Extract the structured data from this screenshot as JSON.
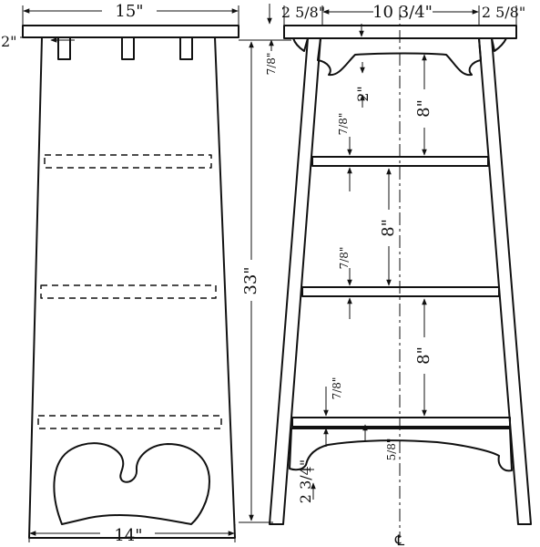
{
  "drawing": {
    "top_overall_width": "15\"",
    "top_thickness": "2\"",
    "overhang_left": "2 5/8\"",
    "center_span": "10 3/4\"",
    "overhang_right": "2 5/8\"",
    "shelf_thickness_top": "7/8\"",
    "apron_depth": "2\"",
    "shelf_spacing_1": "8\"",
    "shelf_thickness_1": "7/8\"",
    "shelf_spacing_2": "8\"",
    "shelf_thickness_2": "7/8\"",
    "shelf_spacing_3": "8\"",
    "shelf_thickness_3": "7/8\"",
    "bottom_rail_gap": "5/8\"",
    "bottom_rail_depth": "2 3/4\"",
    "overall_height": "33\"",
    "base_width": "14\"",
    "centerline_symbol": "℄"
  },
  "colors": {
    "ink": "#111111",
    "paper": "#ffffff"
  }
}
